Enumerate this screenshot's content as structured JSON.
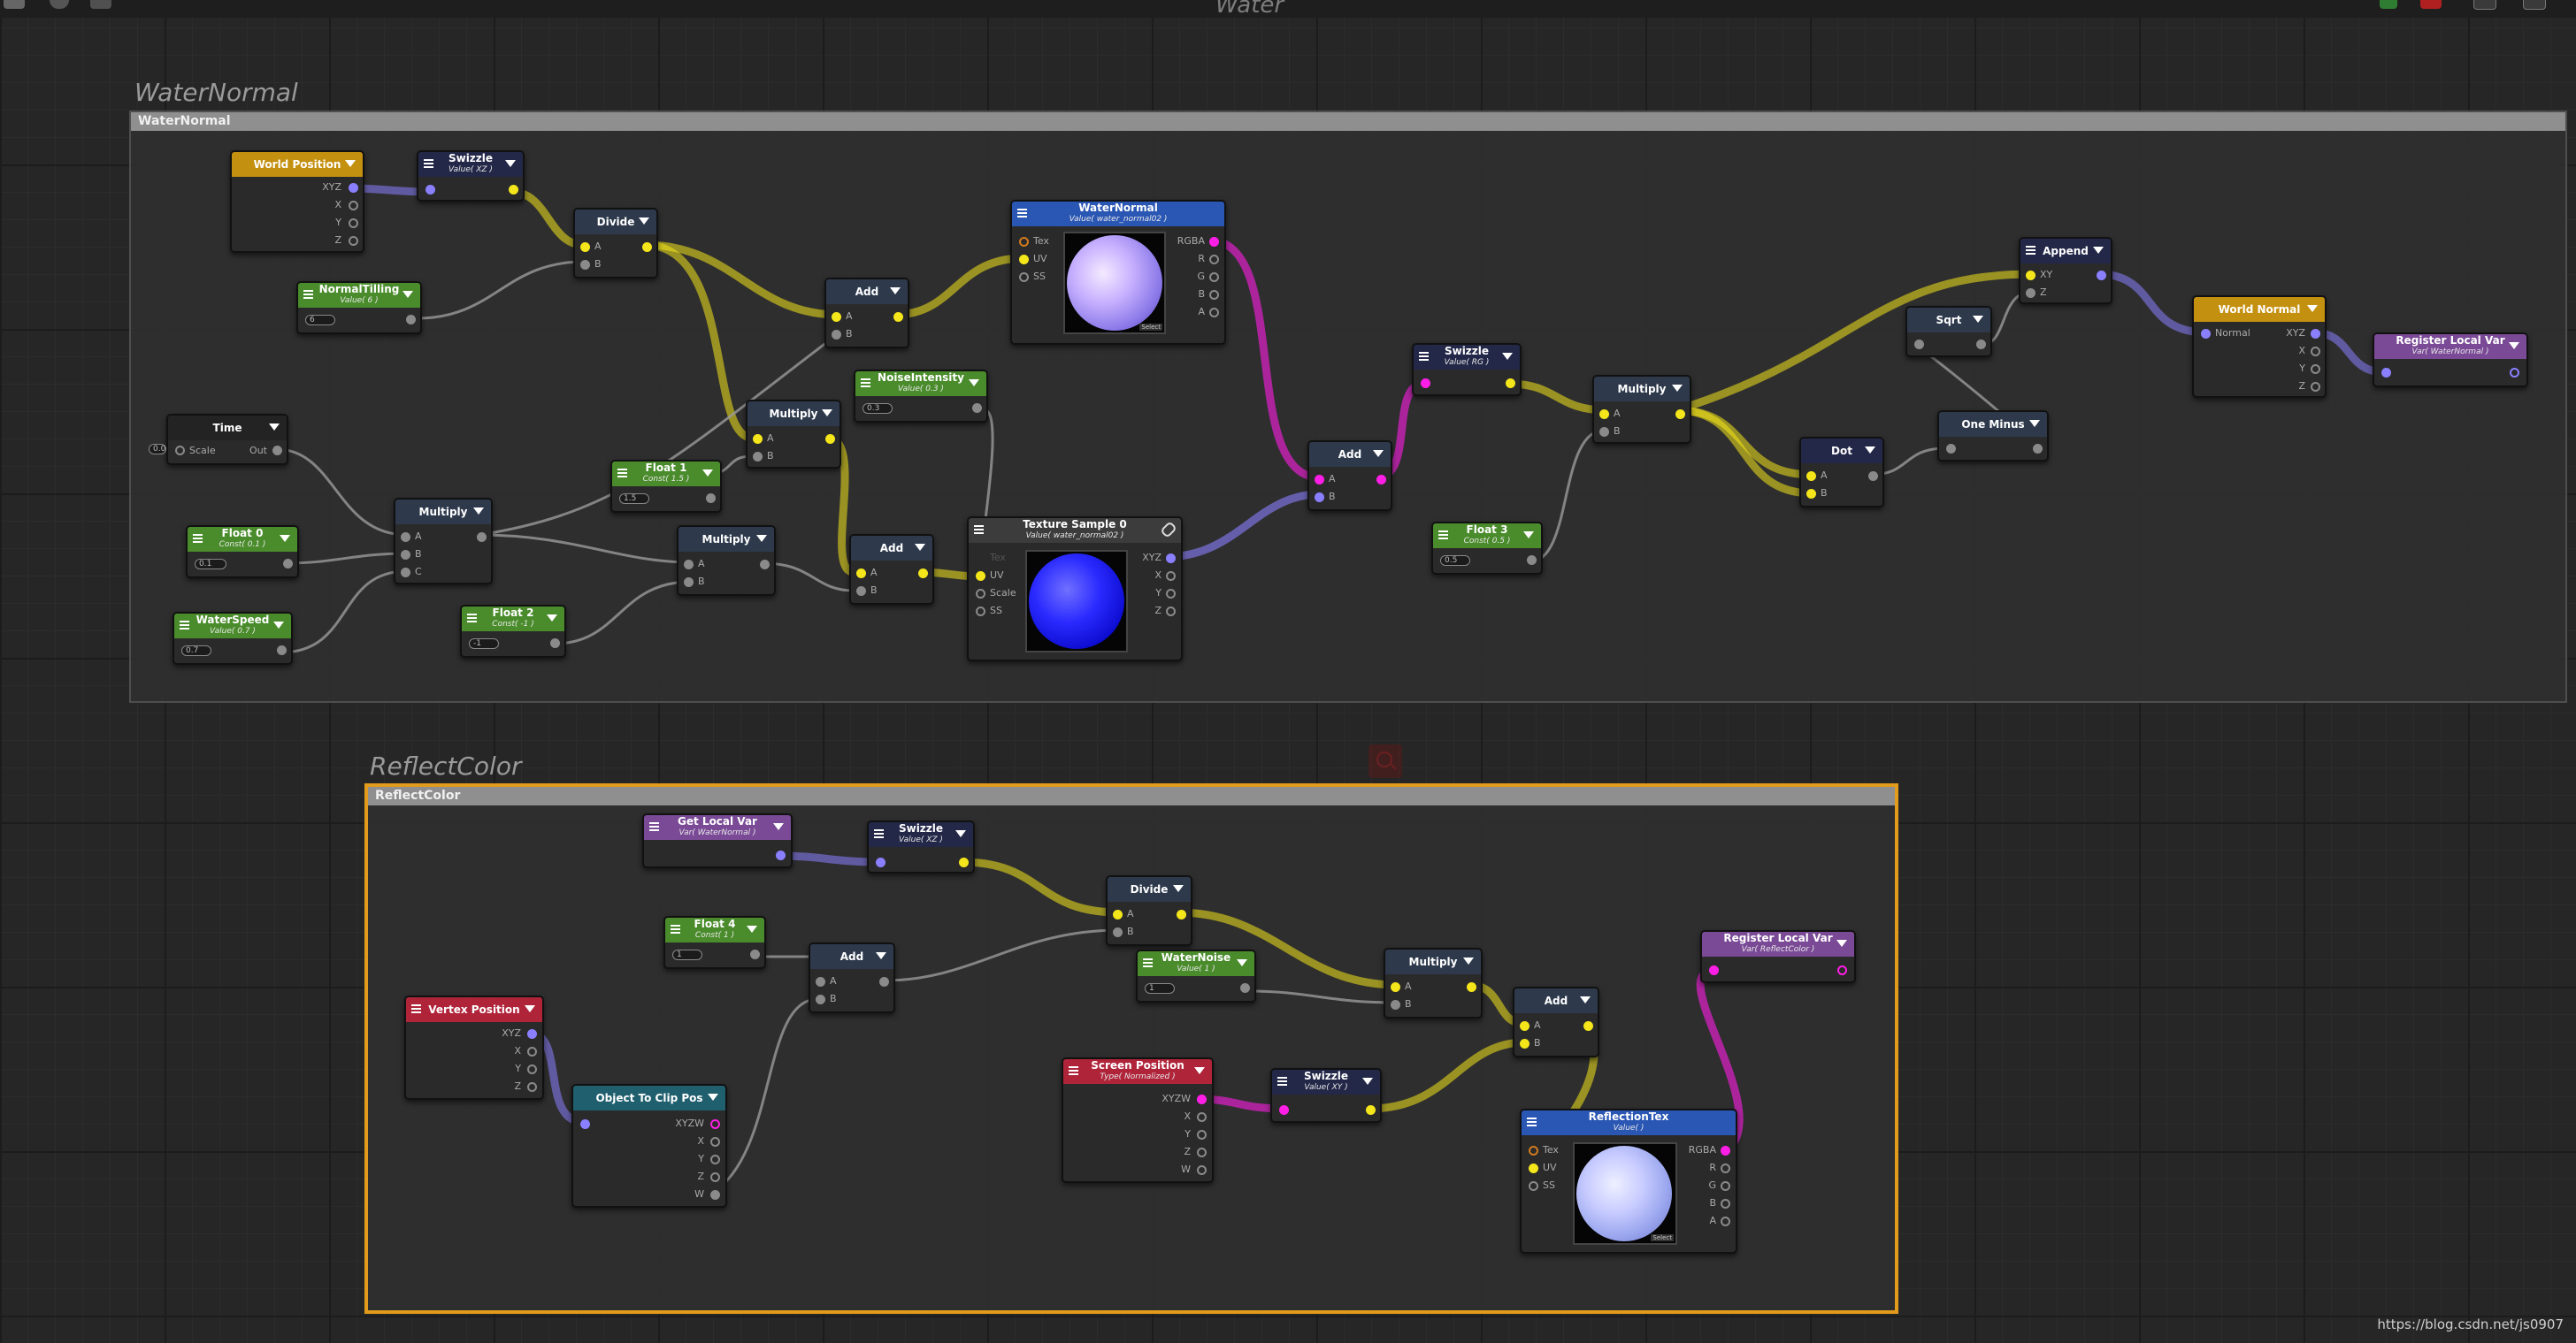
{
  "editor": {
    "title": "Water",
    "watermark": "https://blog.csdn.net/js0907"
  },
  "groups": {
    "water_normal": {
      "title": "WaterNormal",
      "header": "WaterNormal"
    },
    "reflect_color": {
      "title": "ReflectColor",
      "header": "ReflectColor"
    }
  },
  "colors": {
    "selection": "#e39b1b",
    "vector_wire": "#f4e61a",
    "rgba_wire": "#ff1ee6",
    "xyz_wire": "#8a80ff"
  },
  "labels": {
    "xyz": "XYZ",
    "xyzw": "XYZW",
    "x": "X",
    "y": "Y",
    "z": "Z",
    "w": "W",
    "r": "R",
    "g": "G",
    "b": "B",
    "a": "A",
    "rgba": "RGBA",
    "tex": "Tex",
    "uv": "UV",
    "ss": "SS",
    "scale": "Scale",
    "out": "Out",
    "c": "C",
    "normal": "Normal",
    "xy": "XY",
    "select": "Select"
  },
  "nodes": {
    "world_position": {
      "title": "World Position"
    },
    "swizzle1": {
      "title": "Swizzle",
      "sub": "Value( XZ )"
    },
    "divide1": {
      "title": "Divide"
    },
    "normal_tilling": {
      "title": "NormalTilling",
      "sub": "Value( 6 )",
      "value": "6"
    },
    "time": {
      "title": "Time",
      "in": "0.0"
    },
    "float0": {
      "title": "Float 0",
      "sub": "Const( 0.1 )",
      "value": "0.1"
    },
    "multiply_c": {
      "title": "Multiply"
    },
    "water_speed": {
      "title": "WaterSpeed",
      "sub": "Value( 0.7 )",
      "value": "0.7"
    },
    "float1": {
      "title": "Float 1",
      "sub": "Const( 1.5 )",
      "value": "1.5"
    },
    "float2": {
      "title": "Float 2",
      "sub": "Const( -1 )",
      "value": "-1"
    },
    "multiply2": {
      "title": "Multiply"
    },
    "multiply3": {
      "title": "Multiply"
    },
    "add1": {
      "title": "Add"
    },
    "noise_intensity": {
      "title": "NoiseIntensity",
      "sub": "Value( 0.3 )",
      "value": "0.3"
    },
    "add2": {
      "title": "Add"
    },
    "water_normal": {
      "title": "WaterNormal",
      "sub": "Value( water_normal02 )"
    },
    "texture_sample0": {
      "title": "Texture Sample 0",
      "sub": "Value( water_normal02 )"
    },
    "add3": {
      "title": "Add"
    },
    "swizzle2": {
      "title": "Swizzle",
      "sub": "Value( RG )"
    },
    "float3": {
      "title": "Float 3",
      "sub": "Const( 0.5 )",
      "value": "0.5"
    },
    "multiply4": {
      "title": "Multiply"
    },
    "dot": {
      "title": "Dot"
    },
    "sqrt": {
      "title": "Sqrt"
    },
    "one_minus": {
      "title": "One Minus"
    },
    "append": {
      "title": "Append"
    },
    "world_normal": {
      "title": "World Normal"
    },
    "register_wn": {
      "title": "Register Local Var",
      "sub": "Var( WaterNormal )"
    },
    "get_local_var": {
      "title": "Get Local Var",
      "sub": "Var( WaterNormal )"
    },
    "swizzle3": {
      "title": "Swizzle",
      "sub": "Value( XZ )"
    },
    "float4": {
      "title": "Float 4",
      "sub": "Const( 1 )",
      "value": "1"
    },
    "add4": {
      "title": "Add"
    },
    "divide2": {
      "title": "Divide"
    },
    "vertex_position": {
      "title": "Vertex Position"
    },
    "obj_clip": {
      "title": "Object To Clip Pos"
    },
    "water_noise": {
      "title": "WaterNoise",
      "sub": "Value( 1 )",
      "value": "1"
    },
    "multiply5": {
      "title": "Multiply"
    },
    "add5": {
      "title": "Add"
    },
    "screen_position": {
      "title": "Screen Position",
      "sub": "Type( Normalized )"
    },
    "swizzle4": {
      "title": "Swizzle",
      "sub": "Value( XY )"
    },
    "reflection_tex": {
      "title": "ReflectionTex",
      "sub": "Value( )"
    },
    "register_rc": {
      "title": "Register Local Var",
      "sub": "Var( ReflectColor )"
    }
  }
}
